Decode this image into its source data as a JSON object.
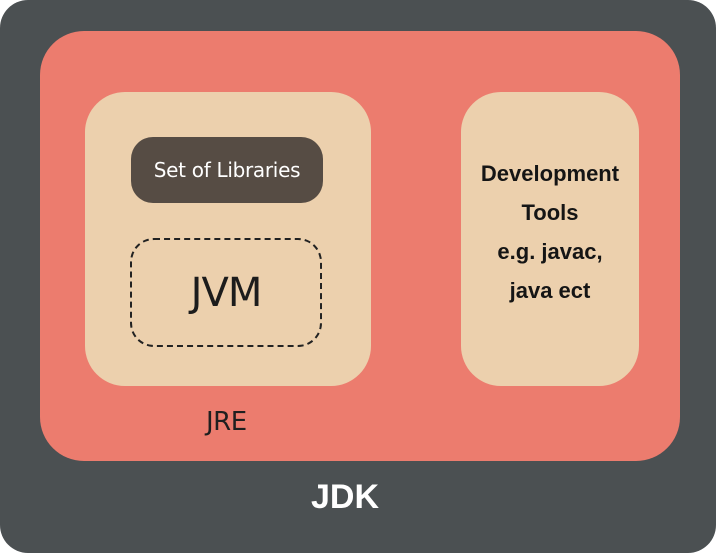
{
  "diagram": {
    "jdk_label": "JDK",
    "jre_label": "JRE",
    "libraries_label": "Set of Libraries",
    "jvm_label": "JVM",
    "dev_tools_lines": [
      "Development",
      "Tools",
      "e.g. javac,",
      "java ect"
    ]
  },
  "colors": {
    "jdk_background": "#4b5052",
    "jre_background": "#ec7c6e",
    "inner_box": "#ecd0ad",
    "libraries_pill": "#564c44"
  }
}
